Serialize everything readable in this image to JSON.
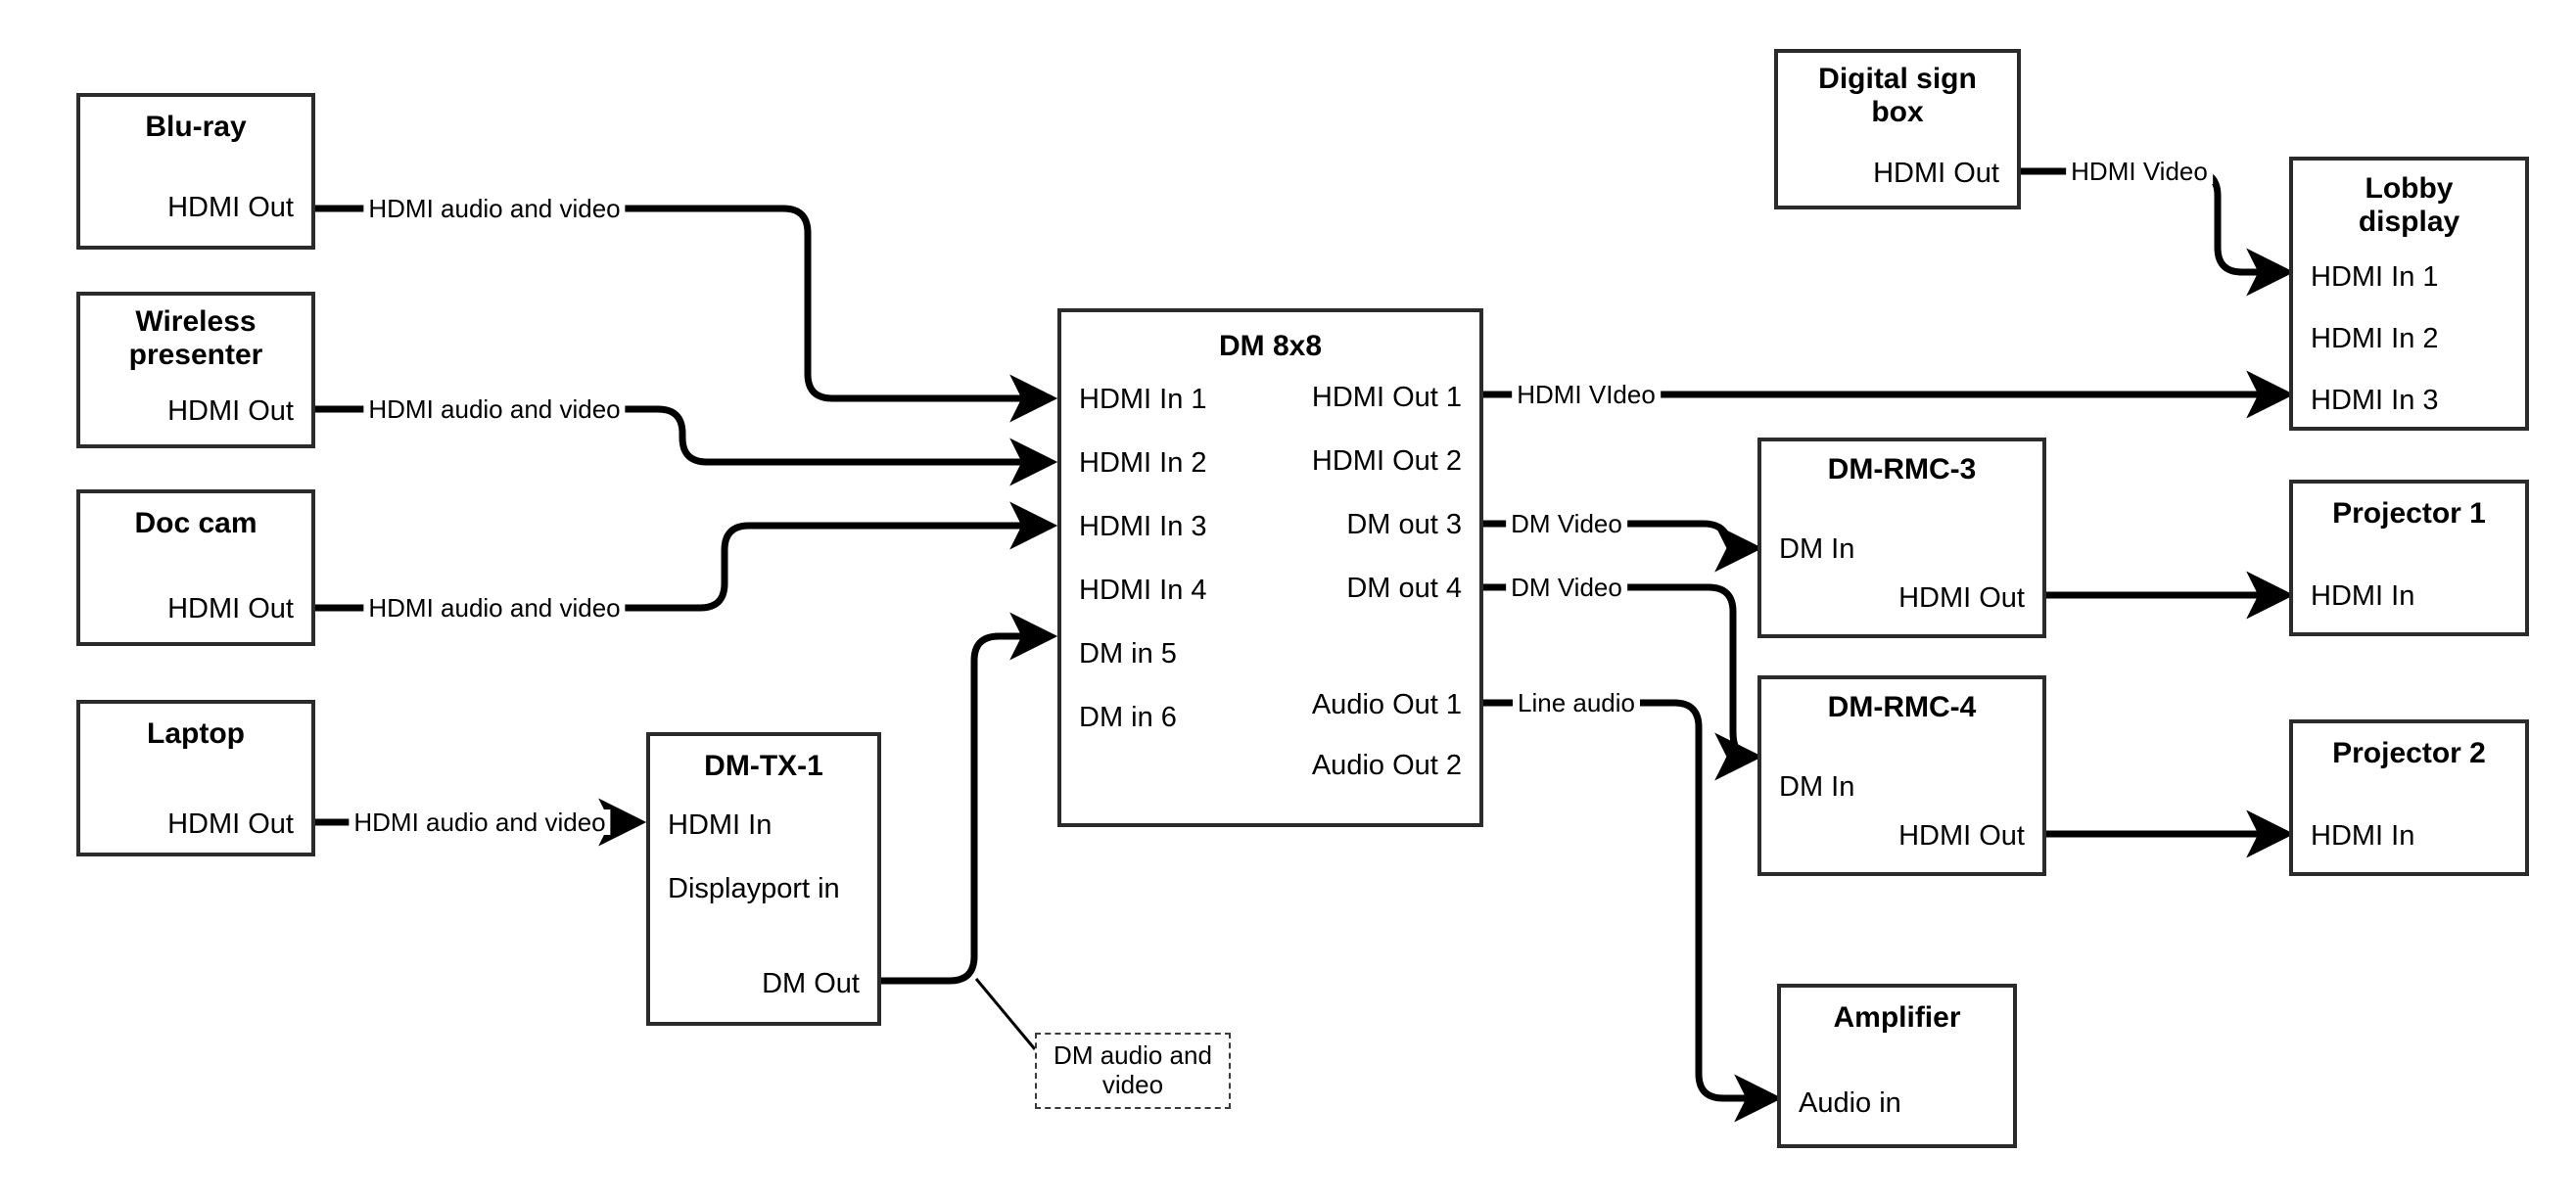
{
  "diagram": {
    "title": "AV signal flow — DM 8x8 matrix",
    "stroke_color": "#2b2b2b",
    "wire_color": "#000000",
    "background": "#ffffff"
  },
  "nodes": {
    "bluray": {
      "title": "Blu-ray",
      "ports": [
        "HDMI Out"
      ]
    },
    "wireless": {
      "title": "Wireless\npresenter",
      "title_line1": "Wireless",
      "title_line2": "presenter",
      "ports": [
        "HDMI Out"
      ]
    },
    "doccam": {
      "title": "Doc cam",
      "ports": [
        "HDMI Out"
      ]
    },
    "laptop": {
      "title": "Laptop",
      "ports": [
        "HDMI Out"
      ]
    },
    "dmtx1": {
      "title": "DM-TX-1",
      "ports": [
        "HDMI In",
        "Displayport in",
        "DM Out"
      ]
    },
    "dm8x8": {
      "title": "DM 8x8",
      "inputs": [
        "HDMI In 1",
        "HDMI In 2",
        "HDMI In 3",
        "HDMI In 4",
        "DM in 5",
        "DM in 6"
      ],
      "outputs": [
        "HDMI Out 1",
        "HDMI Out 2",
        "DM out 3",
        "DM out 4",
        "Audio Out 1",
        "Audio Out 2"
      ]
    },
    "digitalsign": {
      "title_line1": "Digital sign",
      "title_line2": "box",
      "ports": [
        "HDMI Out"
      ]
    },
    "lobby": {
      "title_line1": "Lobby",
      "title_line2": "display",
      "ports": [
        "HDMI In 1",
        "HDMI In 2",
        "HDMI In 3"
      ]
    },
    "dmrmc3": {
      "title": "DM-RMC-3",
      "ports": [
        "DM In",
        "HDMI Out"
      ]
    },
    "dmrmc4": {
      "title": "DM-RMC-4",
      "ports": [
        "DM In",
        "HDMI Out"
      ]
    },
    "projector1": {
      "title": "Projector 1",
      "ports": [
        "HDMI In"
      ]
    },
    "projector2": {
      "title": "Projector 2",
      "ports": [
        "HDMI In"
      ]
    },
    "amplifier": {
      "title": "Amplifier",
      "ports": [
        "Audio in"
      ]
    }
  },
  "annotations": {
    "dm_audio_video": "DM audio and\nvideo",
    "dm_audio_video_line1": "DM audio and",
    "dm_audio_video_line2": "video"
  },
  "edge_labels": {
    "bluray_to_in1": "HDMI audio and video",
    "wireless_to_in2": "HDMI audio and video",
    "doccam_to_in3": "HDMI audio and video",
    "laptop_to_tx": "HDMI audio and video",
    "sign_to_lobby": "HDMI Video",
    "out1_to_lobby3": "HDMI VIdeo",
    "out3_to_rmc3": "DM Video",
    "out4_to_rmc4": "DM Video",
    "audio1_to_amp": "Line audio"
  }
}
